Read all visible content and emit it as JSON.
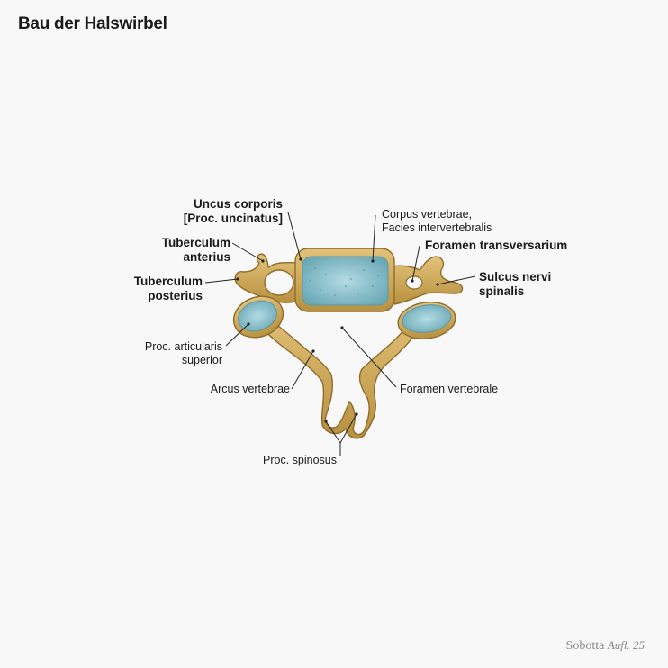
{
  "title": "Bau der Halswirbel",
  "labels": {
    "uncus_line1": "Uncus corporis",
    "uncus_line2": "[Proc. uncinatus]",
    "tub_ant_line1": "Tuberculum",
    "tub_ant_line2": "anterius",
    "tub_post_line1": "Tuberculum",
    "tub_post_line2": "posterius",
    "proc_art_line1": "Proc. articularis",
    "proc_art_line2": "superior",
    "arcus": "Arcus vertebrae",
    "corpus_line1": "Corpus vertebrae,",
    "corpus_line2": "Facies intervertebralis",
    "foramen_transv": "Foramen transversarium",
    "sulcus_line1": "Sulcus nervi",
    "sulcus_line2": "spinalis",
    "foramen_vert": "Foramen vertebrale",
    "proc_spin": "Proc. spinosus"
  },
  "credit": {
    "name": "Sobotta",
    "edition": "Aufl. 25"
  },
  "colors": {
    "bone": "#d2ae62",
    "bone_dark": "#9c7a35",
    "cartilage": "#8cc3cf",
    "background": "#f8f8f8"
  }
}
